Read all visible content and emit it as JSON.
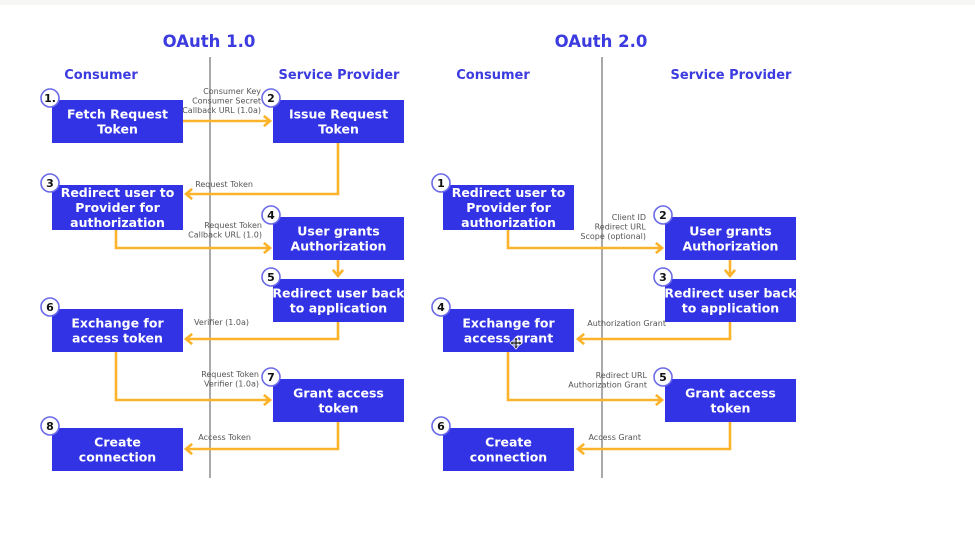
{
  "colors": {
    "title": "#3b3be0",
    "box": "#3333e6",
    "arrow": "#fbb32b",
    "divider": "#a9a9a9",
    "label": "#555555"
  },
  "panels": [
    {
      "id": "oauth1",
      "title": "OAuth 1.0",
      "consumer_label": "Consumer",
      "provider_label": "Service Provider",
      "steps": [
        {
          "num": "1.",
          "lines": [
            "Fetch Request",
            "Token"
          ],
          "side": "consumer"
        },
        {
          "num": "2",
          "lines": [
            "Issue Request",
            "Token"
          ],
          "side": "provider"
        },
        {
          "num": "3",
          "lines": [
            "Redirect user to",
            "Provider for",
            "authorization"
          ],
          "side": "consumer"
        },
        {
          "num": "4",
          "lines": [
            "User grants",
            "Authorization"
          ],
          "side": "provider"
        },
        {
          "num": "5",
          "lines": [
            "Redirect user back",
            "to application"
          ],
          "side": "provider"
        },
        {
          "num": "6",
          "lines": [
            "Exchange for",
            "access token"
          ],
          "side": "consumer"
        },
        {
          "num": "7",
          "lines": [
            "Grant access",
            "token"
          ],
          "side": "provider"
        },
        {
          "num": "8",
          "lines": [
            "Create",
            "connection"
          ],
          "side": "consumer"
        }
      ],
      "arrow_labels": [
        {
          "from": "1",
          "to": "2",
          "lines": [
            "Consumer Key",
            "Consumer Secret",
            "Callback URL (1.0a)"
          ]
        },
        {
          "from": "2",
          "to": "3",
          "lines": [
            "Request Token"
          ]
        },
        {
          "from": "3",
          "to": "4",
          "lines": [
            "Request Token",
            "Callback URL (1.0)"
          ]
        },
        {
          "from": "4",
          "to": "5",
          "lines": []
        },
        {
          "from": "5",
          "to": "6",
          "lines": [
            "Verifier (1.0a)"
          ]
        },
        {
          "from": "6",
          "to": "7",
          "lines": [
            "Request Token",
            "Verifier (1.0a)"
          ]
        },
        {
          "from": "7",
          "to": "8",
          "lines": [
            "Access Token"
          ]
        }
      ]
    },
    {
      "id": "oauth2",
      "title": "OAuth 2.0",
      "consumer_label": "Consumer",
      "provider_label": "Service Provider",
      "steps": [
        {
          "num": "1",
          "lines": [
            "Redirect user to",
            "Provider for",
            "authorization"
          ],
          "side": "consumer"
        },
        {
          "num": "2",
          "lines": [
            "User grants",
            "Authorization"
          ],
          "side": "provider"
        },
        {
          "num": "3",
          "lines": [
            "Redirect user back",
            "to application"
          ],
          "side": "provider"
        },
        {
          "num": "4",
          "lines": [
            "Exchange for",
            "access grant"
          ],
          "side": "consumer"
        },
        {
          "num": "5",
          "lines": [
            "Grant access",
            "token"
          ],
          "side": "provider"
        },
        {
          "num": "6",
          "lines": [
            "Create",
            "connection"
          ],
          "side": "consumer"
        }
      ],
      "arrow_labels": [
        {
          "from": "1",
          "to": "2",
          "lines": [
            "Client ID",
            "Redirect URL",
            "Scope (optional)"
          ]
        },
        {
          "from": "2",
          "to": "3",
          "lines": []
        },
        {
          "from": "3",
          "to": "4",
          "lines": [
            "Authorization Grant"
          ]
        },
        {
          "from": "4",
          "to": "5",
          "lines": [
            "Redirect URL",
            "Authorization Grant"
          ]
        },
        {
          "from": "5",
          "to": "6",
          "lines": [
            "Access Grant"
          ]
        }
      ]
    }
  ],
  "cursor": {
    "icon": "move-cursor-icon"
  }
}
